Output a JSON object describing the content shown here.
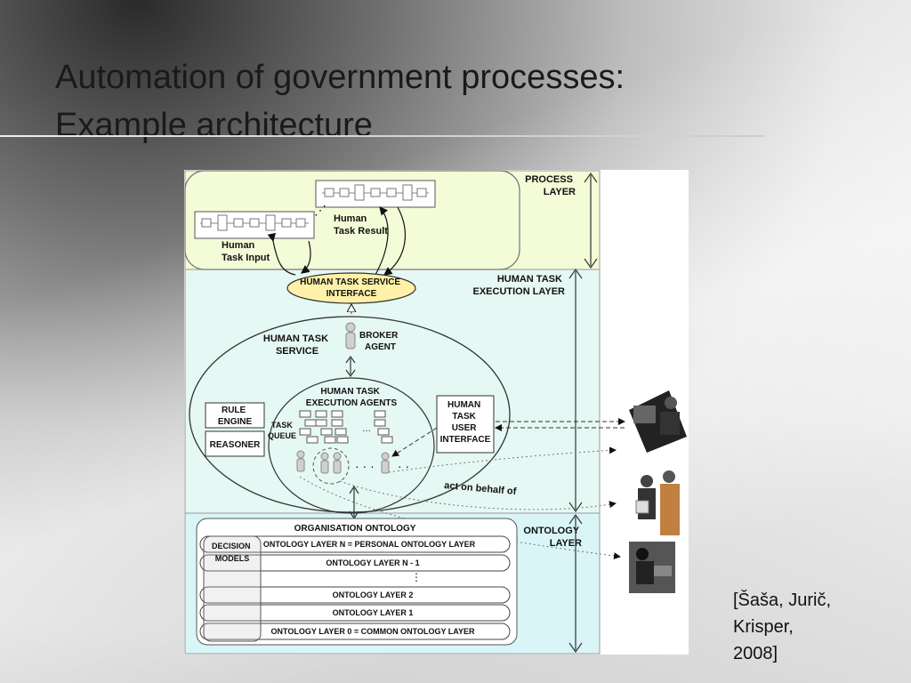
{
  "slide": {
    "title_line1": "Automation of government processes:",
    "title_line2": "Example architecture",
    "citation_line1": "[Šaša, Jurič,",
    "citation_line2": "Krisper,",
    "citation_line3": "2008]"
  },
  "diagram": {
    "layers": {
      "process": [
        "PROCESS",
        "LAYER"
      ],
      "execution": [
        "HUMAN TASK",
        "EXECUTION LAYER"
      ],
      "ontology": [
        "ONTOLOGY",
        "LAYER"
      ]
    },
    "human_task_result": [
      "Human",
      "Task Result"
    ],
    "human_task_input": [
      "Human",
      "Task Input"
    ],
    "service_interface": [
      "HUMAN TASK SERVICE",
      "INTERFACE"
    ],
    "human_task_service": [
      "HUMAN TASK",
      "SERVICE"
    ],
    "broker_agent": [
      "BROKER",
      "AGENT"
    ],
    "execution_agents": [
      "HUMAN TASK",
      "EXECUTION AGENTS"
    ],
    "rule_engine": [
      "RULE",
      "ENGINE"
    ],
    "reasoner": "REASONER",
    "task_queue": [
      "TASK",
      "QUEUE"
    ],
    "user_interface": [
      "HUMAN",
      "TASK",
      "USER",
      "INTERFACE"
    ],
    "act_on_behalf": "act on behalf of",
    "organisation_ontology": "ORGANISATION ONTOLOGY",
    "decision_models": [
      "DECISION",
      "MODELS"
    ],
    "ontology_layers": [
      "ONTOLOGY LAYER N = PERSONAL ONTOLOGY LAYER",
      "ONTOLOGY LAYER N - 1",
      "ONTOLOGY LAYER 2",
      "ONTOLOGY LAYER 1",
      "ONTOLOGY LAYER 0 = COMMON ONTOLOGY LAYER"
    ],
    "colors": {
      "process_fill": "#f3fbd7",
      "execution_fill": "#e6f8f3",
      "ontology_fill": "#d9f5f7",
      "interface_fill": "#fff2a8"
    }
  }
}
